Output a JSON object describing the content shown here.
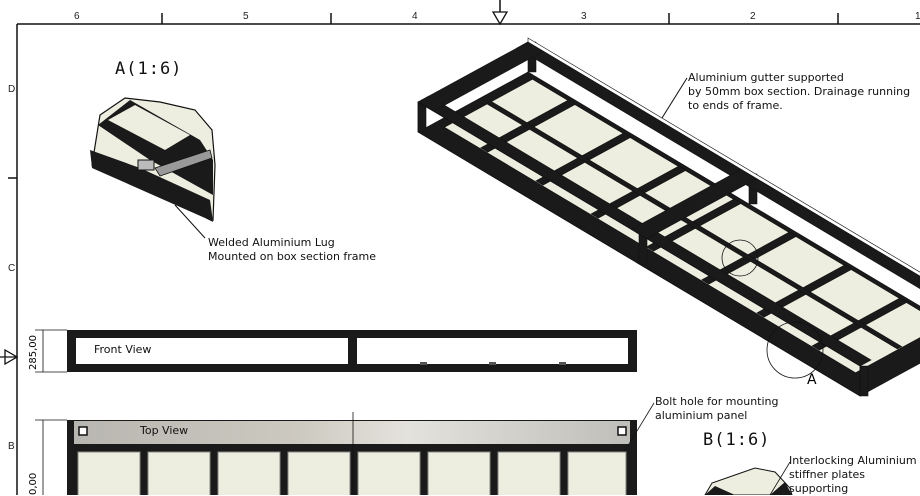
{
  "ruler": {
    "columns": [
      "6",
      "5",
      "4",
      "3",
      "2",
      "1"
    ],
    "rows": [
      "D",
      "C",
      "B"
    ]
  },
  "details": {
    "a_title": "A(1:6)",
    "a_marker": "A",
    "b_title": "B(1:6)"
  },
  "notes": {
    "gutter": [
      "Aluminium gutter supported",
      "by 50mm box section. Drainage running",
      "to ends of frame."
    ],
    "lug": [
      "Welded Aluminium Lug",
      "Mounted on box section frame"
    ],
    "bolt": [
      "Bolt hole for mounting",
      "aluminium panel"
    ],
    "stiffener": [
      "Interlocking Aluminium",
      "stiffner plates supporting"
    ]
  },
  "views": {
    "front_label": "Front View",
    "top_label": "Top View",
    "front_dimension": "285,00",
    "top_dimension": "0,00"
  },
  "colors": {
    "frame": "#1a1a1a",
    "panel": "#eeeee0",
    "line": "#111111"
  }
}
